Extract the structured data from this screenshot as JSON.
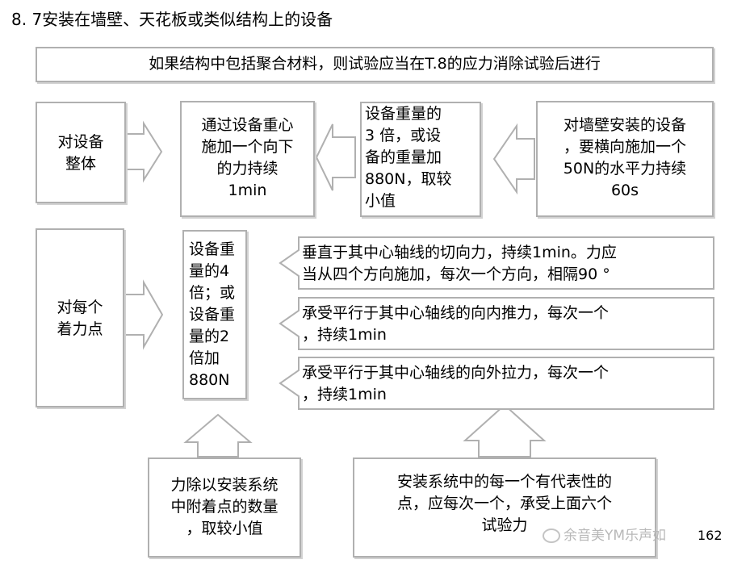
{
  "title": "8. 7安装在墙壁、天花板或类似结构上的设备",
  "top_note": "如果结构中包括聚合材料，则试验应当在T.8的应力消除试验后进行",
  "row1": {
    "label": [
      "对设备",
      "整体"
    ],
    "b1": [
      "通过设备重心",
      "施加一个向下",
      "的力持续",
      "1min"
    ],
    "b2": [
      "设备重量的",
      "3 倍，或设",
      "备的重量加",
      "880N，取较",
      "小值"
    ],
    "b3": [
      "对墙壁安装的设备",
      "，要横向施加一个",
      "50N的水平力持续",
      "60s"
    ]
  },
  "row2": {
    "label": [
      "对每个",
      "着力点"
    ],
    "weight": [
      "设备重",
      "量的4",
      "倍；或",
      "设备重",
      "量的2",
      "倍加",
      "880N"
    ],
    "c1": [
      "垂直于其中心轴线的切向力，持续1min。力应",
      "当从四个方向施加，每次一个方向，相隔90 °"
    ],
    "c2": [
      "承受平行于其中心轴线的向内推力，每次一个",
      "，持续1min"
    ],
    "c3": [
      "承受平行于其中心轴线的向外拉力，每次一个",
      "，持续1min"
    ]
  },
  "bottom": {
    "left": [
      "力除以安装系统",
      "中附着点的数量",
      "，取较小值"
    ],
    "right": [
      "安装系统中的每一个有代表性的",
      "点，应每次一个，承受上面六个",
      "试验力"
    ]
  },
  "watermark": "余音美YM乐声如",
  "page_number": "162"
}
